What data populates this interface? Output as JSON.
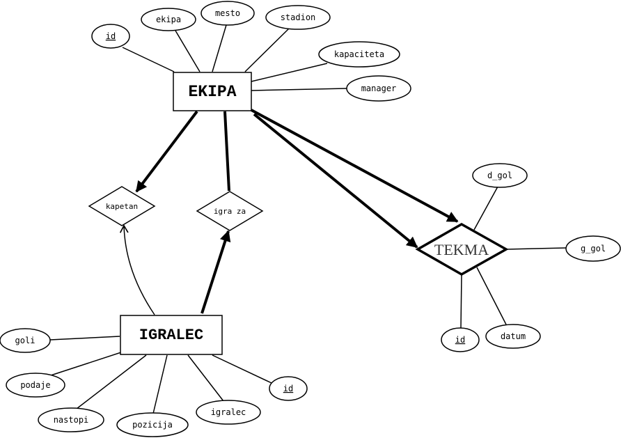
{
  "entities": {
    "ekipa": "EKIPA",
    "igralec": "IGRALEC"
  },
  "weak_entity": {
    "tekma": "TEKMA"
  },
  "relationships": {
    "kapetan": "kapetan",
    "igra_za": "igra za"
  },
  "attributes": {
    "ekipa": {
      "id": "id",
      "ekipa": "ekipa",
      "mesto": "mesto",
      "stadion": "stadion",
      "kapaciteta": "kapaciteta",
      "manager": "manager"
    },
    "tekma": {
      "d_gol": "d_gol",
      "g_gol": "g_gol",
      "id": "id",
      "datum": "datum"
    },
    "igralec": {
      "goli": "goli",
      "podaje": "podaje",
      "nastopi": "nastopi",
      "pozicija": "pozicija",
      "igralec": "igralec",
      "id": "id"
    }
  }
}
